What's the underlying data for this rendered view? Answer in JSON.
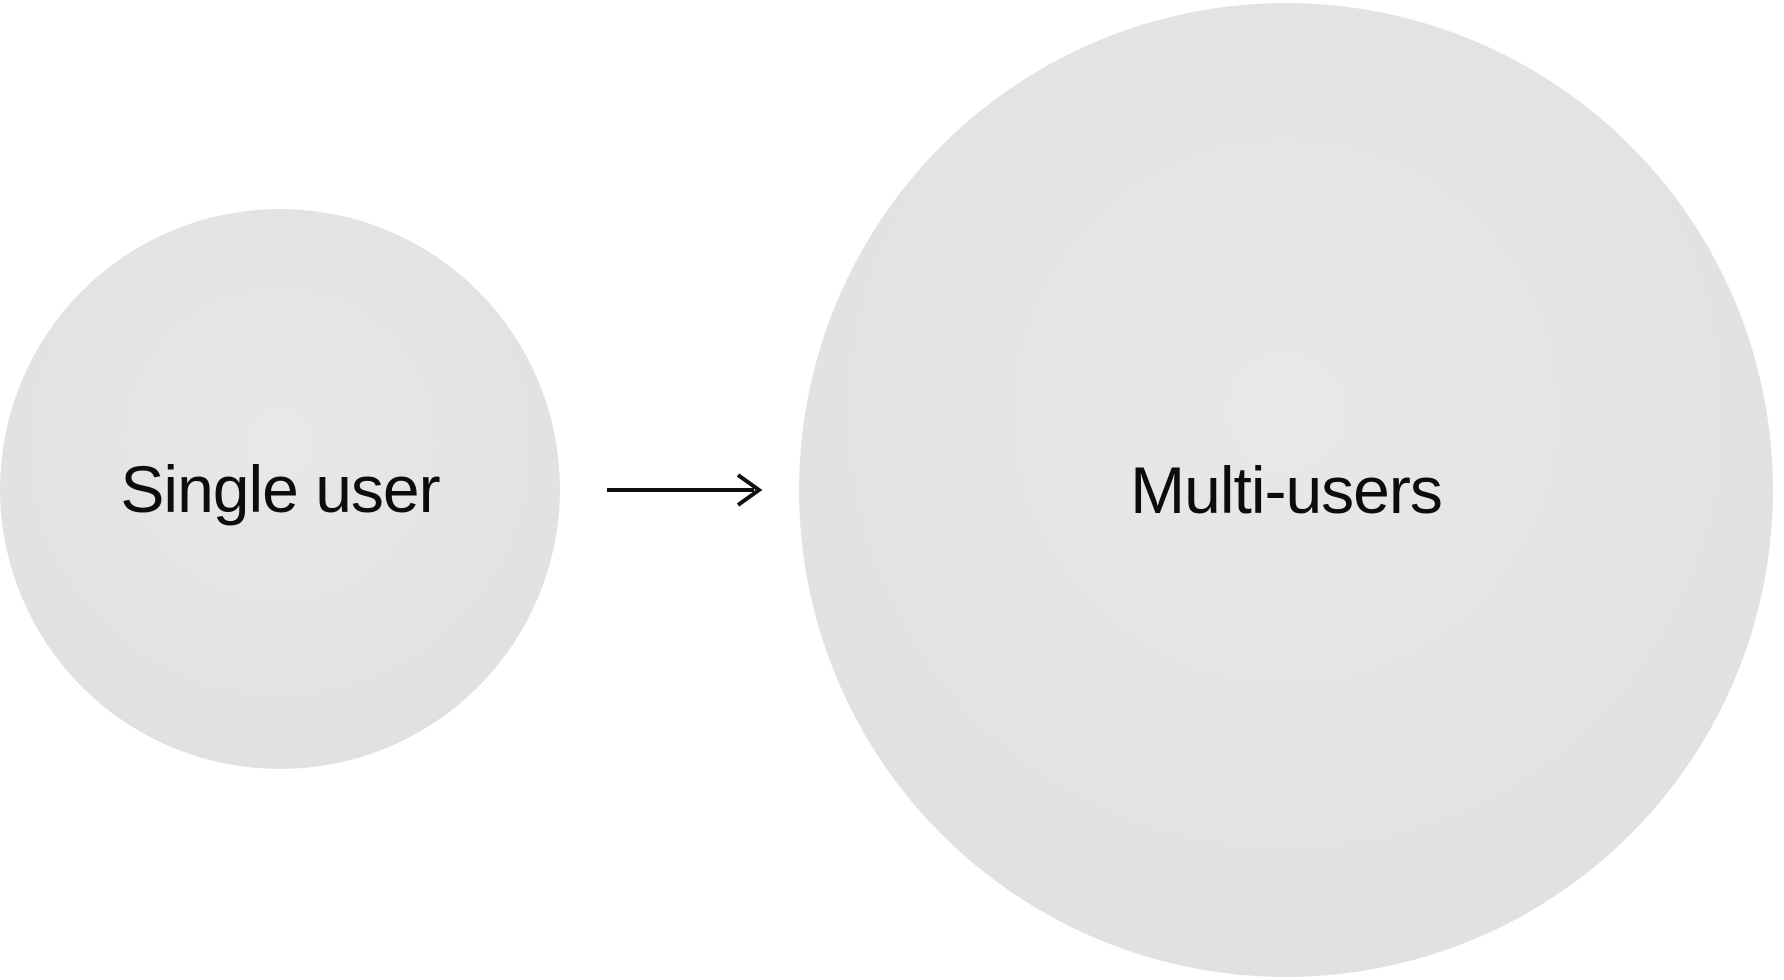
{
  "diagram": {
    "type": "flow",
    "background_color": "#ffffff",
    "nodes": [
      {
        "id": "single-user",
        "label": "Single user",
        "shape": "circle",
        "relative_size": "small",
        "fill_color": "#e3e3e3",
        "text_color": "#0c0c0c"
      },
      {
        "id": "multi-users",
        "label": "Multi-users",
        "shape": "circle",
        "relative_size": "large",
        "fill_color": "#e3e3e3",
        "text_color": "#0c0c0c"
      }
    ],
    "edges": [
      {
        "from": "single-user",
        "to": "multi-users",
        "style": "straight-arrow",
        "direction": "right",
        "color": "#111111"
      }
    ]
  }
}
